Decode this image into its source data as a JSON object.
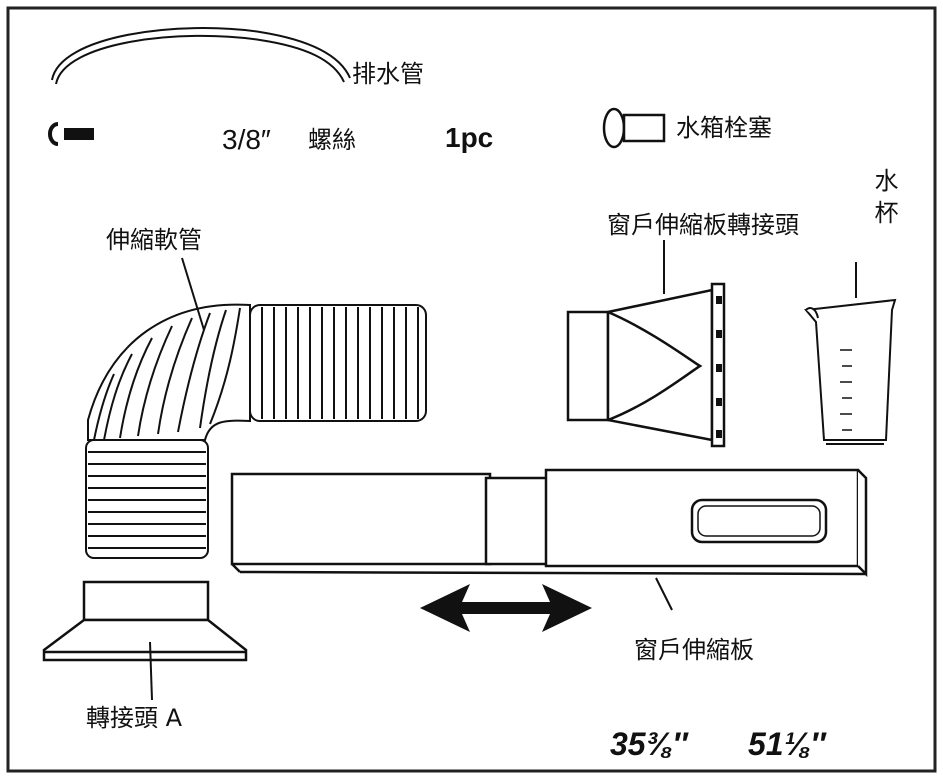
{
  "labels": {
    "drain_pipe": "排水管",
    "screw_size": "3/8″",
    "screw_name": "螺絲",
    "screw_qty": "1pc",
    "tank_plug": "水箱栓塞",
    "cup_vertical": "水杯",
    "hose": "伸縮軟管",
    "window_adapter": "窗戶伸縮板轉接頭",
    "window_panel": "窗戶伸縮板",
    "adapter_a": "轉接頭 A",
    "length_min": "35⅜″",
    "length_max": "51⅛″"
  },
  "colors": {
    "line": "#111111",
    "fill": "#ffffff",
    "border": "#222222"
  }
}
